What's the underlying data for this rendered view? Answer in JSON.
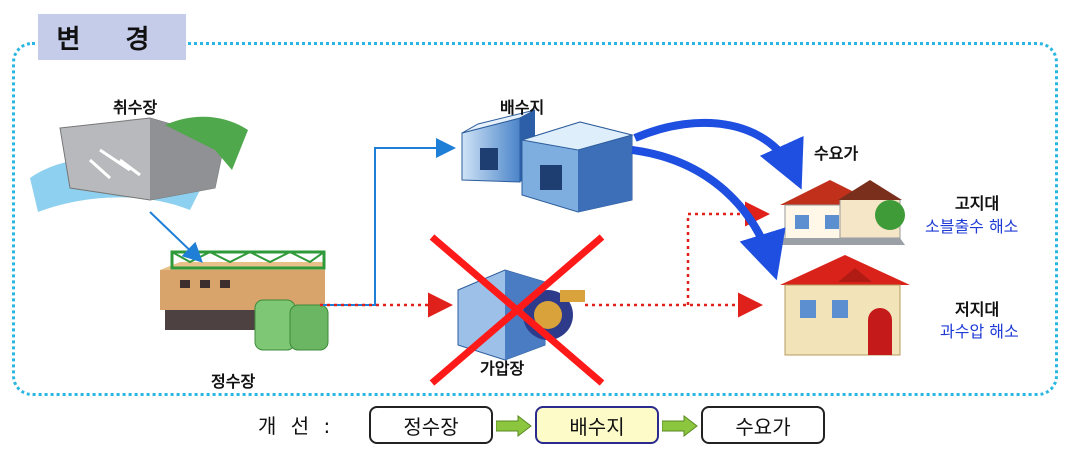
{
  "header": {
    "title": "변 경"
  },
  "nodes": {
    "intake": "취수장",
    "purification": "정수장",
    "reservoir": "배수지",
    "booster": "가압장",
    "consumer": "수요가"
  },
  "zones": {
    "high": {
      "name": "고지대",
      "note": "소블출수 해소"
    },
    "low": {
      "name": "저지대",
      "note": "과수압 해소"
    }
  },
  "flow": {
    "label": "개 선 :",
    "steps": [
      "정수장",
      "배수지",
      "수요가"
    ]
  },
  "colors": {
    "frame": "#29b6e0",
    "blue_arrow": "#1f4fe0",
    "red_dotted": "#e0201a",
    "cross": "#ff1a1a",
    "highlight": "#fdfcc8"
  }
}
